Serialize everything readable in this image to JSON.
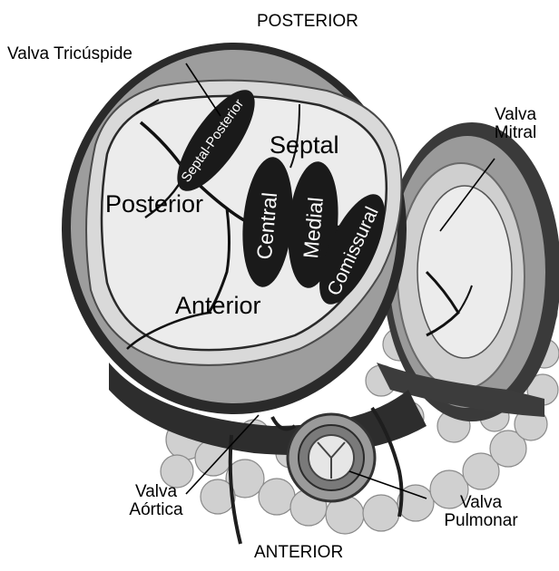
{
  "orientation": {
    "top": "POSTERIOR",
    "bottom": "ANTERIOR"
  },
  "valves": {
    "tricuspid": "Valva Tricúspide",
    "mitral_line1": "Valva",
    "mitral_line2": "Mitral",
    "aortic_line1": "Valva",
    "aortic_line2": "Aórtica",
    "pulmonary_line1": "Valva",
    "pulmonary_line2": "Pulmonar"
  },
  "leaflets": {
    "septal": "Septal",
    "posterior": "Posterior",
    "anterior": "Anterior"
  },
  "commissures": {
    "septal_posterior": "Septal-Posterior",
    "central": "Central",
    "medial": "Medial",
    "comissural": "Comissural"
  },
  "colors": {
    "dark_band": "#2a2a2a",
    "leaflet_fill": "#e4e4e4",
    "annulus": "#bdbdbd",
    "fat_tissue": "#d2d2d2",
    "commissure_oval": "#1a1a1a"
  }
}
